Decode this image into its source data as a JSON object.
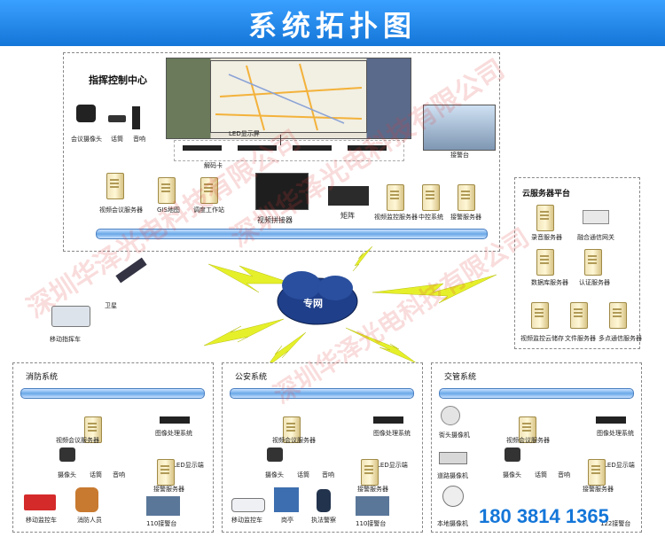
{
  "title": "系统拓扑图",
  "command_center": {
    "title": "指挥控制中心",
    "conference_camera": "会议摄像头",
    "mic": "话筒",
    "speaker": "音响",
    "led_screen": "LED显示屏",
    "decoder": "解码卡",
    "video_splicer": "视频拼接器",
    "matrix": "矩阵",
    "dispatch_desk": "接警台",
    "servers": [
      "视频会议服务器",
      "GIS地图",
      "调度工作站",
      "视频监控服务器",
      "中控系统",
      "接警服务器"
    ]
  },
  "cloud": {
    "title": "云服务器平台",
    "items": [
      "录音服务器",
      "融合通信网关",
      "数据库服务器",
      "认证服务器",
      "视频监控云储存",
      "文件服务器",
      "多点通信服务器"
    ]
  },
  "network": {
    "label": "专网",
    "satellite": "卫星",
    "vehicle": "移动指挥车"
  },
  "fire": {
    "title": "消防系统",
    "labels": [
      "视频会议服务器",
      "图像处理系统",
      "LED显示端",
      "摄像头",
      "话筒",
      "音响",
      "接警服务器",
      "移动监控车",
      "消防人员",
      "110接警台"
    ]
  },
  "police": {
    "title": "公安系统",
    "labels": [
      "视频会议服务器",
      "图像处理系统",
      "LED显示端",
      "摄像头",
      "话筒",
      "音响",
      "接警服务器",
      "移动监控车",
      "岗亭",
      "执法警察",
      "110接警台"
    ]
  },
  "traffic": {
    "title": "交管系统",
    "labels": [
      "视频会议服务器",
      "图像处理系统",
      "LED显示端",
      "摄像头",
      "话筒",
      "音响",
      "接警服务器",
      "街头摄像机",
      "道路摄像机",
      "本地摄像机",
      "122接警台"
    ]
  },
  "watermark": [
    "深圳华泽光电科技有限公司",
    "深圳华泽光电科技有限公司",
    "深圳华泽光电科技有限公司"
  ],
  "phone": "180 3814 1365",
  "colors": {
    "banner": "#1e8bf0",
    "bus": "#6aa8e8",
    "bolt": "#e6f02a",
    "cloud": "#1f3f8a"
  }
}
